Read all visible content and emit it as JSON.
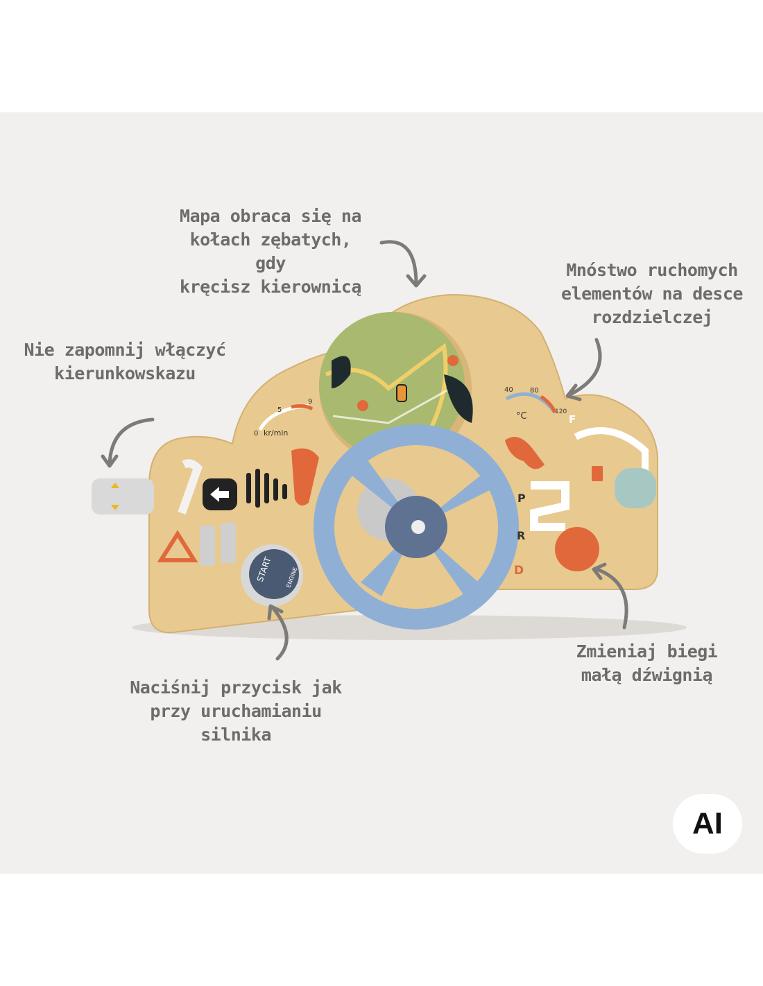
{
  "captions": {
    "map": [
      "Mapa obraca się na",
      "kołach zębatych, gdy",
      "kręcisz kierownicą"
    ],
    "elements": [
      "Mnóstwo ruchomych",
      "elementów na desce",
      "rozdzielczej"
    ],
    "indicator": [
      "Nie zapomnij włączyć",
      "kierunkowskazu"
    ],
    "start": [
      "Naciśnij przycisk jak",
      "przy uruchamianiu silnika"
    ],
    "gears": [
      "Zmieniaj biegi",
      "małą dźwignią"
    ]
  },
  "board": {
    "rpm_unit": "kr/min",
    "rpm_ticks": [
      "0",
      "5",
      "9"
    ],
    "temp_unit": "°C",
    "temp_ticks": [
      "40",
      "80",
      "120"
    ],
    "fuel_label": "F",
    "gear_labels": [
      "P",
      "R",
      "D"
    ],
    "start_button": [
      "START",
      "ENGINE"
    ]
  },
  "badge": "AI",
  "colors": {
    "wood": "#e8c98f",
    "orange": "#e0683a",
    "blue": "#8fb0d4",
    "map_green": "#a9b96f",
    "caption_gray": "#6e6c69"
  }
}
